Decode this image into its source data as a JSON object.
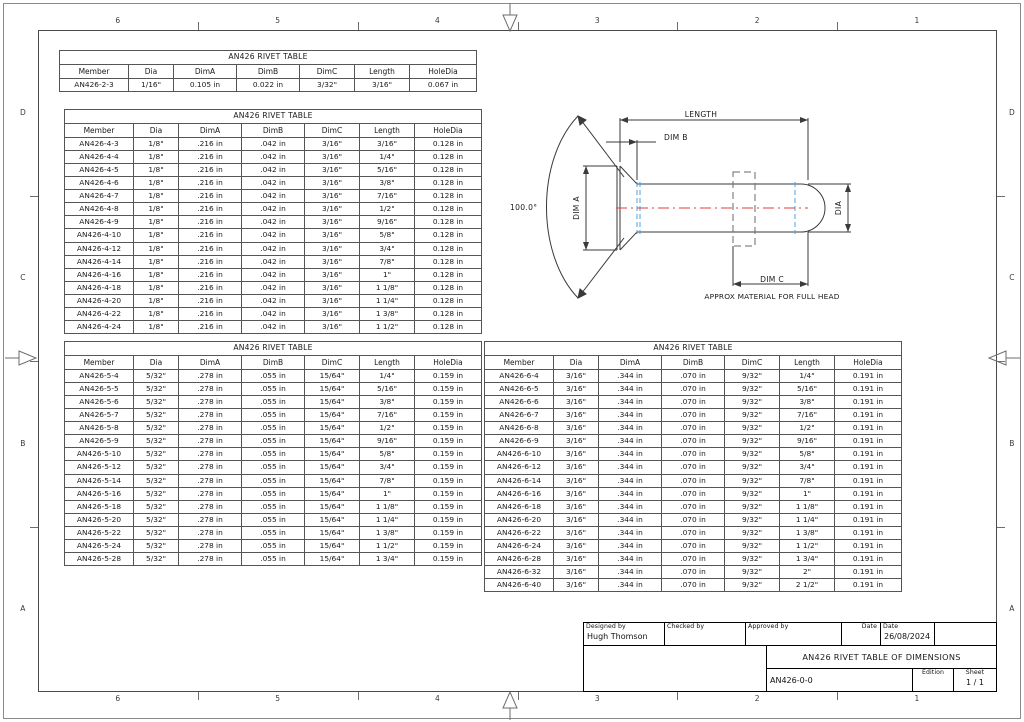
{
  "sheet": {
    "format": "A-size landscape CAD drawing frame",
    "zones_top": [
      "6",
      "5",
      "4",
      "3",
      "2",
      "1"
    ],
    "zones_bottom": [
      "6",
      "5",
      "4",
      "3",
      "2",
      "1"
    ],
    "zones_left": [
      "D",
      "C",
      "B",
      "A"
    ],
    "zones_right": [
      "D",
      "C",
      "B",
      "A"
    ]
  },
  "columns": [
    "Member",
    "Dia",
    "DimA",
    "DimB",
    "DimC",
    "Length",
    "HoleDia"
  ],
  "tables": [
    {
      "title": "AN426 RIVET TABLE",
      "rows": [
        [
          "AN426-2-3",
          "1/16\"",
          "0.105 in",
          "0.022 in",
          "3/32\"",
          "3/16\"",
          "0.067 in"
        ]
      ]
    },
    {
      "title": "AN426 RIVET TABLE",
      "rows": [
        [
          "AN426-4-3",
          "1/8\"",
          ".216 in",
          ".042 in",
          "3/16\"",
          "3/16\"",
          "0.128 in"
        ],
        [
          "AN426-4-4",
          "1/8\"",
          ".216 in",
          ".042 in",
          "3/16\"",
          "1/4\"",
          "0.128 in"
        ],
        [
          "AN426-4-5",
          "1/8\"",
          ".216 in",
          ".042 in",
          "3/16\"",
          "5/16\"",
          "0.128 in"
        ],
        [
          "AN426-4-6",
          "1/8\"",
          ".216 in",
          ".042 in",
          "3/16\"",
          "3/8\"",
          "0.128 in"
        ],
        [
          "AN426-4-7",
          "1/8\"",
          ".216 in",
          ".042 in",
          "3/16\"",
          "7/16\"",
          "0.128 in"
        ],
        [
          "AN426-4-8",
          "1/8\"",
          ".216 in",
          ".042 in",
          "3/16\"",
          "1/2\"",
          "0.128 in"
        ],
        [
          "AN426-4-9",
          "1/8\"",
          ".216 in",
          ".042 in",
          "3/16\"",
          "9/16\"",
          "0.128 in"
        ],
        [
          "AN426-4-10",
          "1/8\"",
          ".216 in",
          ".042 in",
          "3/16\"",
          "5/8\"",
          "0.128 in"
        ],
        [
          "AN426-4-12",
          "1/8\"",
          ".216 in",
          ".042 in",
          "3/16\"",
          "3/4\"",
          "0.128 in"
        ],
        [
          "AN426-4-14",
          "1/8\"",
          ".216 in",
          ".042 in",
          "3/16\"",
          "7/8\"",
          "0.128 in"
        ],
        [
          "AN426-4-16",
          "1/8\"",
          ".216 in",
          ".042 in",
          "3/16\"",
          "1\"",
          "0.128 in"
        ],
        [
          "AN426-4-18",
          "1/8\"",
          ".216 in",
          ".042 in",
          "3/16\"",
          "1 1/8\"",
          "0.128 in"
        ],
        [
          "AN426-4-20",
          "1/8\"",
          ".216 in",
          ".042 in",
          "3/16\"",
          "1 1/4\"",
          "0.128 in"
        ],
        [
          "AN426-4-22",
          "1/8\"",
          ".216 in",
          ".042 in",
          "3/16\"",
          "1 3/8\"",
          "0.128 in"
        ],
        [
          "AN426-4-24",
          "1/8\"",
          ".216 in",
          ".042 in",
          "3/16\"",
          "1 1/2\"",
          "0.128 in"
        ]
      ]
    },
    {
      "title": "AN426 RIVET TABLE",
      "rows": [
        [
          "AN426-5-4",
          "5/32\"",
          ".278 in",
          ".055 in",
          "15/64\"",
          "1/4\"",
          "0.159 in"
        ],
        [
          "AN426-5-5",
          "5/32\"",
          ".278 in",
          ".055 in",
          "15/64\"",
          "5/16\"",
          "0.159 in"
        ],
        [
          "AN426-5-6",
          "5/32\"",
          ".278 in",
          ".055 in",
          "15/64\"",
          "3/8\"",
          "0.159 in"
        ],
        [
          "AN426-5-7",
          "5/32\"",
          ".278 in",
          ".055 in",
          "15/64\"",
          "7/16\"",
          "0.159 in"
        ],
        [
          "AN426-5-8",
          "5/32\"",
          ".278 in",
          ".055 in",
          "15/64\"",
          "1/2\"",
          "0.159 in"
        ],
        [
          "AN426-5-9",
          "5/32\"",
          ".278 in",
          ".055 in",
          "15/64\"",
          "9/16\"",
          "0.159 in"
        ],
        [
          "AN426-5-10",
          "5/32\"",
          ".278 in",
          ".055 in",
          "15/64\"",
          "5/8\"",
          "0.159 in"
        ],
        [
          "AN426-5-12",
          "5/32\"",
          ".278 in",
          ".055 in",
          "15/64\"",
          "3/4\"",
          "0.159 in"
        ],
        [
          "AN426-5-14",
          "5/32\"",
          ".278 in",
          ".055 in",
          "15/64\"",
          "7/8\"",
          "0.159 in"
        ],
        [
          "AN426-5-16",
          "5/32\"",
          ".278 in",
          ".055 in",
          "15/64\"",
          "1\"",
          "0.159 in"
        ],
        [
          "AN426-5-18",
          "5/32\"",
          ".278 in",
          ".055 in",
          "15/64\"",
          "1 1/8\"",
          "0.159 in"
        ],
        [
          "AN426-5-20",
          "5/32\"",
          ".278 in",
          ".055 in",
          "15/64\"",
          "1 1/4\"",
          "0.159 in"
        ],
        [
          "AN426-5-22",
          "5/32\"",
          ".278 in",
          ".055 in",
          "15/64\"",
          "1 3/8\"",
          "0.159 in"
        ],
        [
          "AN426-5-24",
          "5/32\"",
          ".278 in",
          ".055 in",
          "15/64\"",
          "1 1/2\"",
          "0.159 in"
        ],
        [
          "AN426-5-28",
          "5/32\"",
          ".278 in",
          ".055 in",
          "15/64\"",
          "1 3/4\"",
          "0.159 in"
        ]
      ]
    },
    {
      "title": "AN426 RIVET TABLE",
      "rows": [
        [
          "AN426-6-4",
          "3/16\"",
          ".344 in",
          ".070 in",
          "9/32\"",
          "1/4\"",
          "0.191 in"
        ],
        [
          "AN426-6-5",
          "3/16\"",
          ".344 in",
          ".070 in",
          "9/32\"",
          "5/16\"",
          "0.191 in"
        ],
        [
          "AN426-6-6",
          "3/16\"",
          ".344 in",
          ".070 in",
          "9/32\"",
          "3/8\"",
          "0.191 in"
        ],
        [
          "AN426-6-7",
          "3/16\"",
          ".344 in",
          ".070 in",
          "9/32\"",
          "7/16\"",
          "0.191 in"
        ],
        [
          "AN426-6-8",
          "3/16\"",
          ".344 in",
          ".070 in",
          "9/32\"",
          "1/2\"",
          "0.191 in"
        ],
        [
          "AN426-6-9",
          "3/16\"",
          ".344 in",
          ".070 in",
          "9/32\"",
          "9/16\"",
          "0.191 in"
        ],
        [
          "AN426-6-10",
          "3/16\"",
          ".344 in",
          ".070 in",
          "9/32\"",
          "5/8\"",
          "0.191 in"
        ],
        [
          "AN426-6-12",
          "3/16\"",
          ".344 in",
          ".070 in",
          "9/32\"",
          "3/4\"",
          "0.191 in"
        ],
        [
          "AN426-6-14",
          "3/16\"",
          ".344 in",
          ".070 in",
          "9/32\"",
          "7/8\"",
          "0.191 in"
        ],
        [
          "AN426-6-16",
          "3/16\"",
          ".344 in",
          ".070 in",
          "9/32\"",
          "1\"",
          "0.191 in"
        ],
        [
          "AN426-6-18",
          "3/16\"",
          ".344 in",
          ".070 in",
          "9/32\"",
          "1 1/8\"",
          "0.191 in"
        ],
        [
          "AN426-6-20",
          "3/16\"",
          ".344 in",
          ".070 in",
          "9/32\"",
          "1 1/4\"",
          "0.191 in"
        ],
        [
          "AN426-6-22",
          "3/16\"",
          ".344 in",
          ".070 in",
          "9/32\"",
          "1 3/8\"",
          "0.191 in"
        ],
        [
          "AN426-6-24",
          "3/16\"",
          ".344 in",
          ".070 in",
          "9/32\"",
          "1 1/2\"",
          "0.191 in"
        ],
        [
          "AN426-6-28",
          "3/16\"",
          ".344 in",
          ".070 in",
          "9/32\"",
          "1 3/4\"",
          "0.191 in"
        ],
        [
          "AN426-6-32",
          "3/16\"",
          ".344 in",
          ".070 in",
          "9/32\"",
          "2\"",
          "0.191 in"
        ],
        [
          "AN426-6-40",
          "3/16\"",
          ".344 in",
          ".070 in",
          "9/32\"",
          "2 1/2\"",
          "0.191 in"
        ]
      ]
    }
  ],
  "diagram": {
    "angle_label": "100.0°",
    "dim_a_label": "DIM A",
    "dim_b_label": "DIM B",
    "dim_c_label": "DIM C",
    "dia_label": "DIA",
    "length_label": "LENGTH",
    "note": "APPROX MATERIAL FOR FULL HEAD",
    "colors": {
      "outline": "#3a3a3a",
      "centerline": "#e03c3c",
      "hidden_edge": "#4d9fe0",
      "phantom": "#6a6a6a"
    }
  },
  "titleblock": {
    "designed_by_label": "Designed by",
    "designed_by_value": "Hugh Thomson",
    "checked_by_label": "Checked by",
    "checked_by_value": "",
    "approved_by_label": "Approved by",
    "approved_by_value": "",
    "date_label_1": "Date",
    "date_value_1": "",
    "date_label_2": "Date",
    "date_value_2": "26/08/2024",
    "drawing_title": "AN426 RIVET TABLE OF DIMENSIONS",
    "drawing_number": "AN426-0-0",
    "edition_label": "Edition",
    "edition_value": "",
    "sheet_label": "Sheet",
    "sheet_value": "1 / 1"
  }
}
